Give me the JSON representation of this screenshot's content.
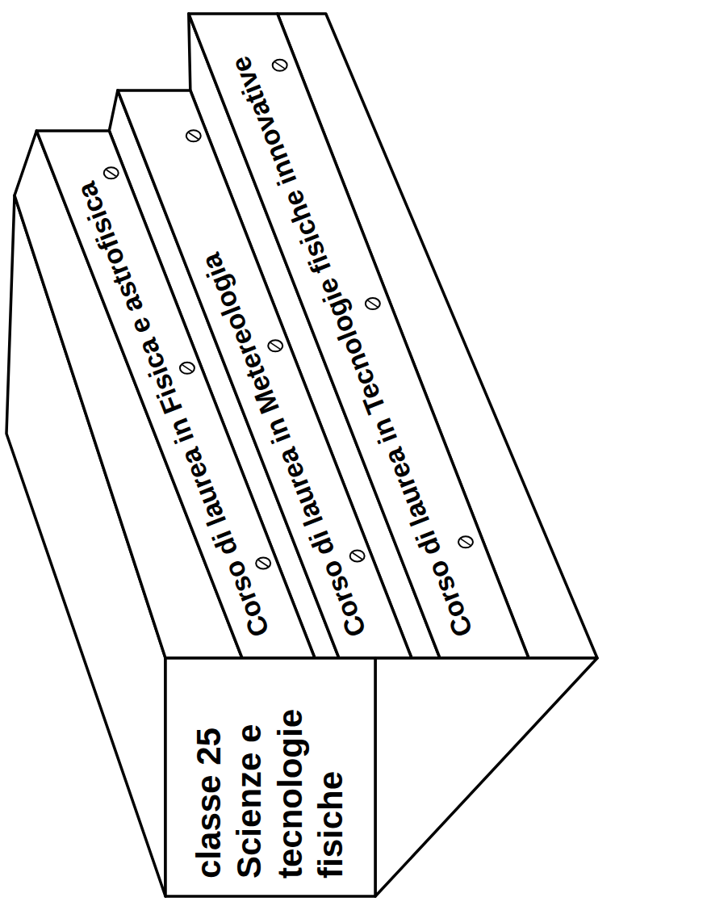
{
  "diagram": {
    "nodes": [
      {
        "text": [
          "classe 25",
          "Scienze e tecnologie fisiche"
        ]
      },
      {
        "text": [
          "Corso di laurea in Fisica e astrofisica"
        ]
      },
      {
        "text": [
          "Corso di laurea in Metereologia"
        ]
      },
      {
        "text": [
          "Corso di laurea in Tecnologie fisiche innovative"
        ]
      }
    ]
  }
}
